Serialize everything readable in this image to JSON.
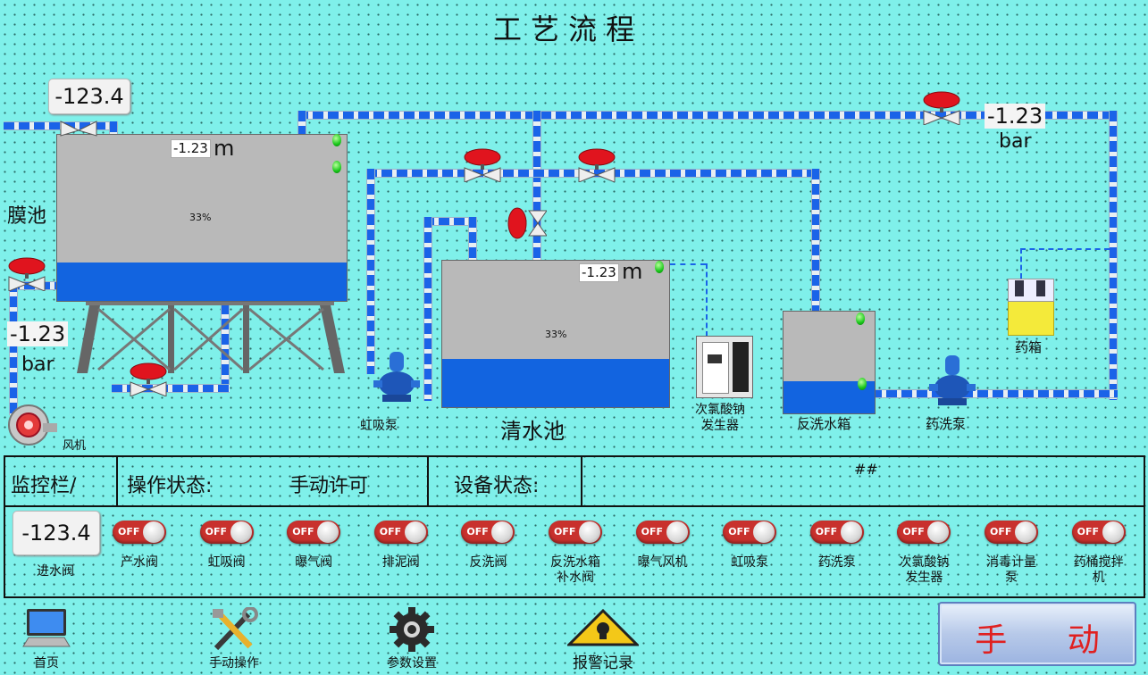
{
  "title": "工艺流程",
  "membrane_tank": {
    "label": "膜池",
    "level_value": "-1.23",
    "level_unit": "m",
    "percent": "33%",
    "fill_fraction": 0.23
  },
  "clean_tank": {
    "label": "清水池",
    "level_value": "-1.23",
    "level_unit": "m",
    "percent": "33%",
    "fill_fraction": 0.33
  },
  "backwash_tank": {
    "label": "反洗水箱",
    "fill_fraction": 0.32
  },
  "chem_tank": {
    "label": "药箱"
  },
  "inlet_flow_display": "-123.4",
  "blower_pressure": {
    "value": "-1.23",
    "unit": "bar"
  },
  "outlet_pressure": {
    "value": "-1.23",
    "unit": "bar"
  },
  "equipment_labels": {
    "siphon_pump": "虹吸泵",
    "hypochlorite": "次氯酸钠\n发生器",
    "wash_pump": "药洗泵",
    "blower": "风机"
  },
  "status_bar": {
    "monitor": "监控栏/",
    "op_state_label": "操作状态:",
    "op_state_value": "手动许可",
    "device_state_label": "设备状态:",
    "device_state_value": "##"
  },
  "inlet_readout": {
    "value": "-123.4",
    "label": "进水阀"
  },
  "switches": [
    {
      "label": "产水阀",
      "state": "OFF"
    },
    {
      "label": "虹吸阀",
      "state": "OFF"
    },
    {
      "label": "曝气阀",
      "state": "OFF"
    },
    {
      "label": "排泥阀",
      "state": "OFF"
    },
    {
      "label": "反洗阀",
      "state": "OFF"
    },
    {
      "label": "反洗水箱\n补水阀",
      "state": "OFF"
    },
    {
      "label": "曝气风机",
      "state": "OFF"
    },
    {
      "label": "虹吸泵",
      "state": "OFF"
    },
    {
      "label": "药洗泵",
      "state": "OFF"
    },
    {
      "label": "次氯酸钠\n发生器",
      "state": "OFF"
    },
    {
      "label": "消毒计量\n泵",
      "state": "OFF"
    },
    {
      "label": "药桶搅拌\n机",
      "state": "OFF"
    }
  ],
  "nav": {
    "home": "首页",
    "manual_op": "手动操作",
    "params": "参数设置",
    "alarm": "报警记录"
  },
  "mode_button": "手 动",
  "colors": {
    "background": "#7ff0ea",
    "water": "#1264e0",
    "valve_red": "#e0141e",
    "toggle_off": "#c8312d"
  }
}
